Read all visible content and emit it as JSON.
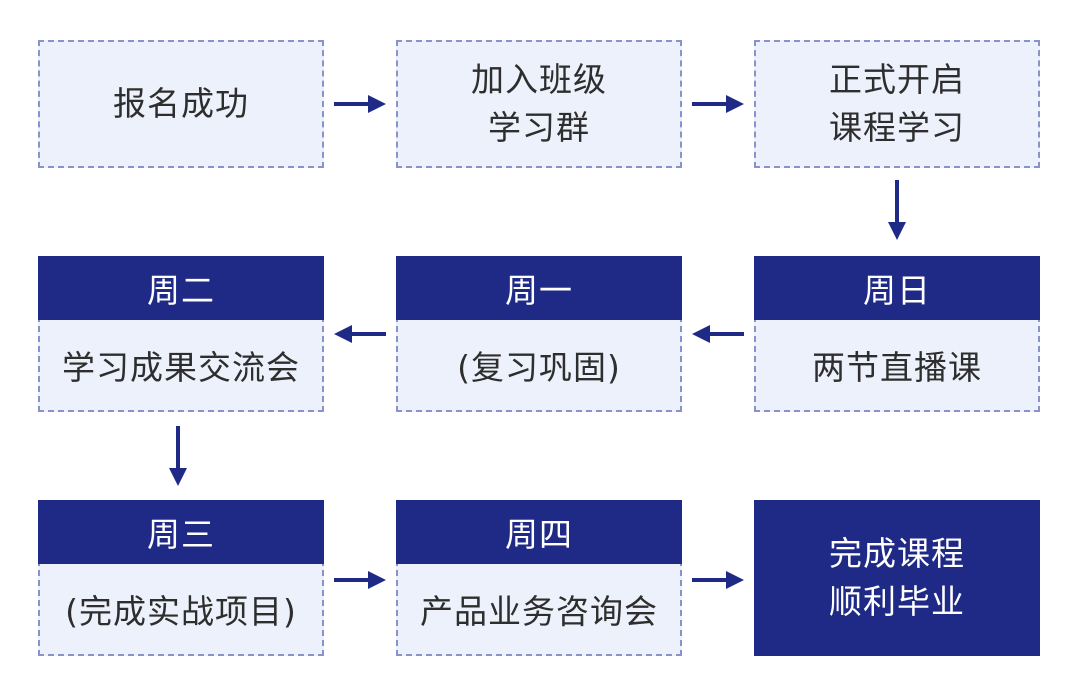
{
  "colors": {
    "accent": "#1f2a86",
    "box_fill": "#edf1fb",
    "border": "#8a93c9",
    "text": "#2e2e2e"
  },
  "steps": {
    "enroll": "报名成功",
    "join_group": "加入班级\n学习群",
    "start_course": "正式开启\n课程学习"
  },
  "weeks": {
    "sunday": {
      "day": "周日",
      "desc": "两节直播课"
    },
    "monday": {
      "day": "周一",
      "desc": "(复习巩固)"
    },
    "tuesday": {
      "day": "周二",
      "desc": "学习成果交流会"
    },
    "wednesday": {
      "day": "周三",
      "desc": "(完成实战项目)"
    },
    "thursday": {
      "day": "周四",
      "desc": "产品业务咨询会"
    }
  },
  "final": "完成课程\n顺利毕业"
}
